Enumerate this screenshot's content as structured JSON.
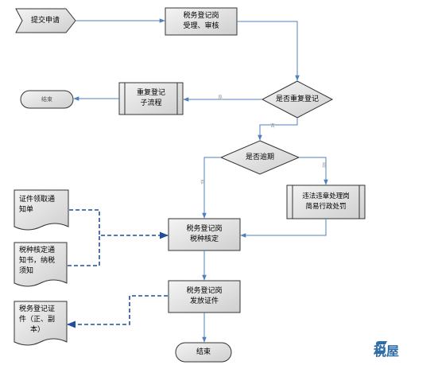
{
  "nodes": {
    "submit": "提交申请",
    "accept": [
      "税务登记岗",
      "受理、审核"
    ],
    "duplicate_check": "是否重复登记",
    "duplicate_process": [
      "重复登记",
      "子流程"
    ],
    "end_top": "结束",
    "overdue_check": "是否逾期",
    "penalty": [
      "违法违章处理岗",
      "简易行政处罚"
    ],
    "tax_type": [
      "税务登记岗",
      "税种核定"
    ],
    "issue_cert": [
      "税务登记岗",
      "发放证件"
    ],
    "end_bottom": "结束"
  },
  "documents": {
    "cert_notice": [
      "证件领取通",
      "知单"
    ],
    "tax_notice": [
      "税种核定通",
      "知书，纳税",
      "须知"
    ],
    "tax_cert": [
      "税务登记证",
      "件（正、副",
      "本）"
    ]
  },
  "edge_labels": {
    "dup_yes": "是",
    "dup_no": "否",
    "overdue_no": "否",
    "overdue_yes": "是"
  },
  "brand": {
    "name": "税屋",
    "color": "#2d6ea8"
  },
  "colors": {
    "node_fill": "#dcdcdc",
    "line": "#4f81bd",
    "dashed_line": "#1f4e9a"
  }
}
